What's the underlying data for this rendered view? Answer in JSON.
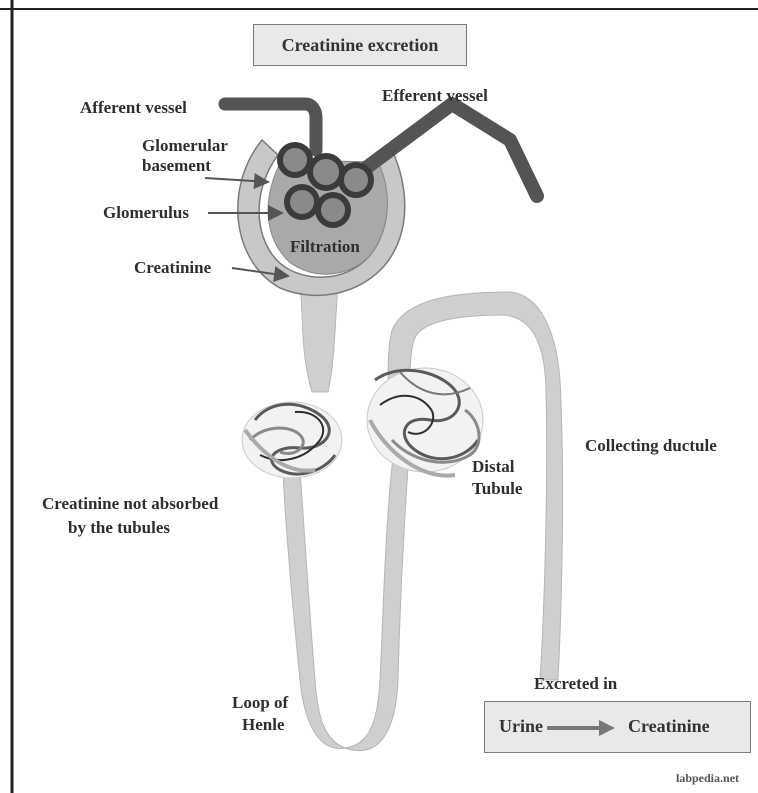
{
  "title": "Creatinine excretion",
  "labels": {
    "afferent": "Afferent vessel",
    "efferent": "Efferent vessel",
    "glomerular_line1": "Glomerular",
    "glomerular_line2": "basement",
    "glomerulus": "Glomerulus",
    "filtration": "Filtration",
    "creatinine": "Creatinine",
    "not_absorbed_line1": "Creatinine not absorbed",
    "not_absorbed_line2": "by the tubules",
    "distal_line1": "Distal",
    "distal_line2": "Tubule",
    "collecting": "Collecting ductule",
    "loop_line1": "Loop of",
    "loop_line2": "Henle",
    "excreted": "Excreted in"
  },
  "urine_box": {
    "left": "Urine",
    "right": "Creatinine"
  },
  "credit": "labpedia.net",
  "colors": {
    "tubule_fill": "#cfcfcf",
    "vessel": "#545454",
    "capsule_outer": "#c8c8c8",
    "capsule_inner": "#a9a9a9",
    "box_fill": "#e9e9e9",
    "text": "#2e2e2e"
  }
}
